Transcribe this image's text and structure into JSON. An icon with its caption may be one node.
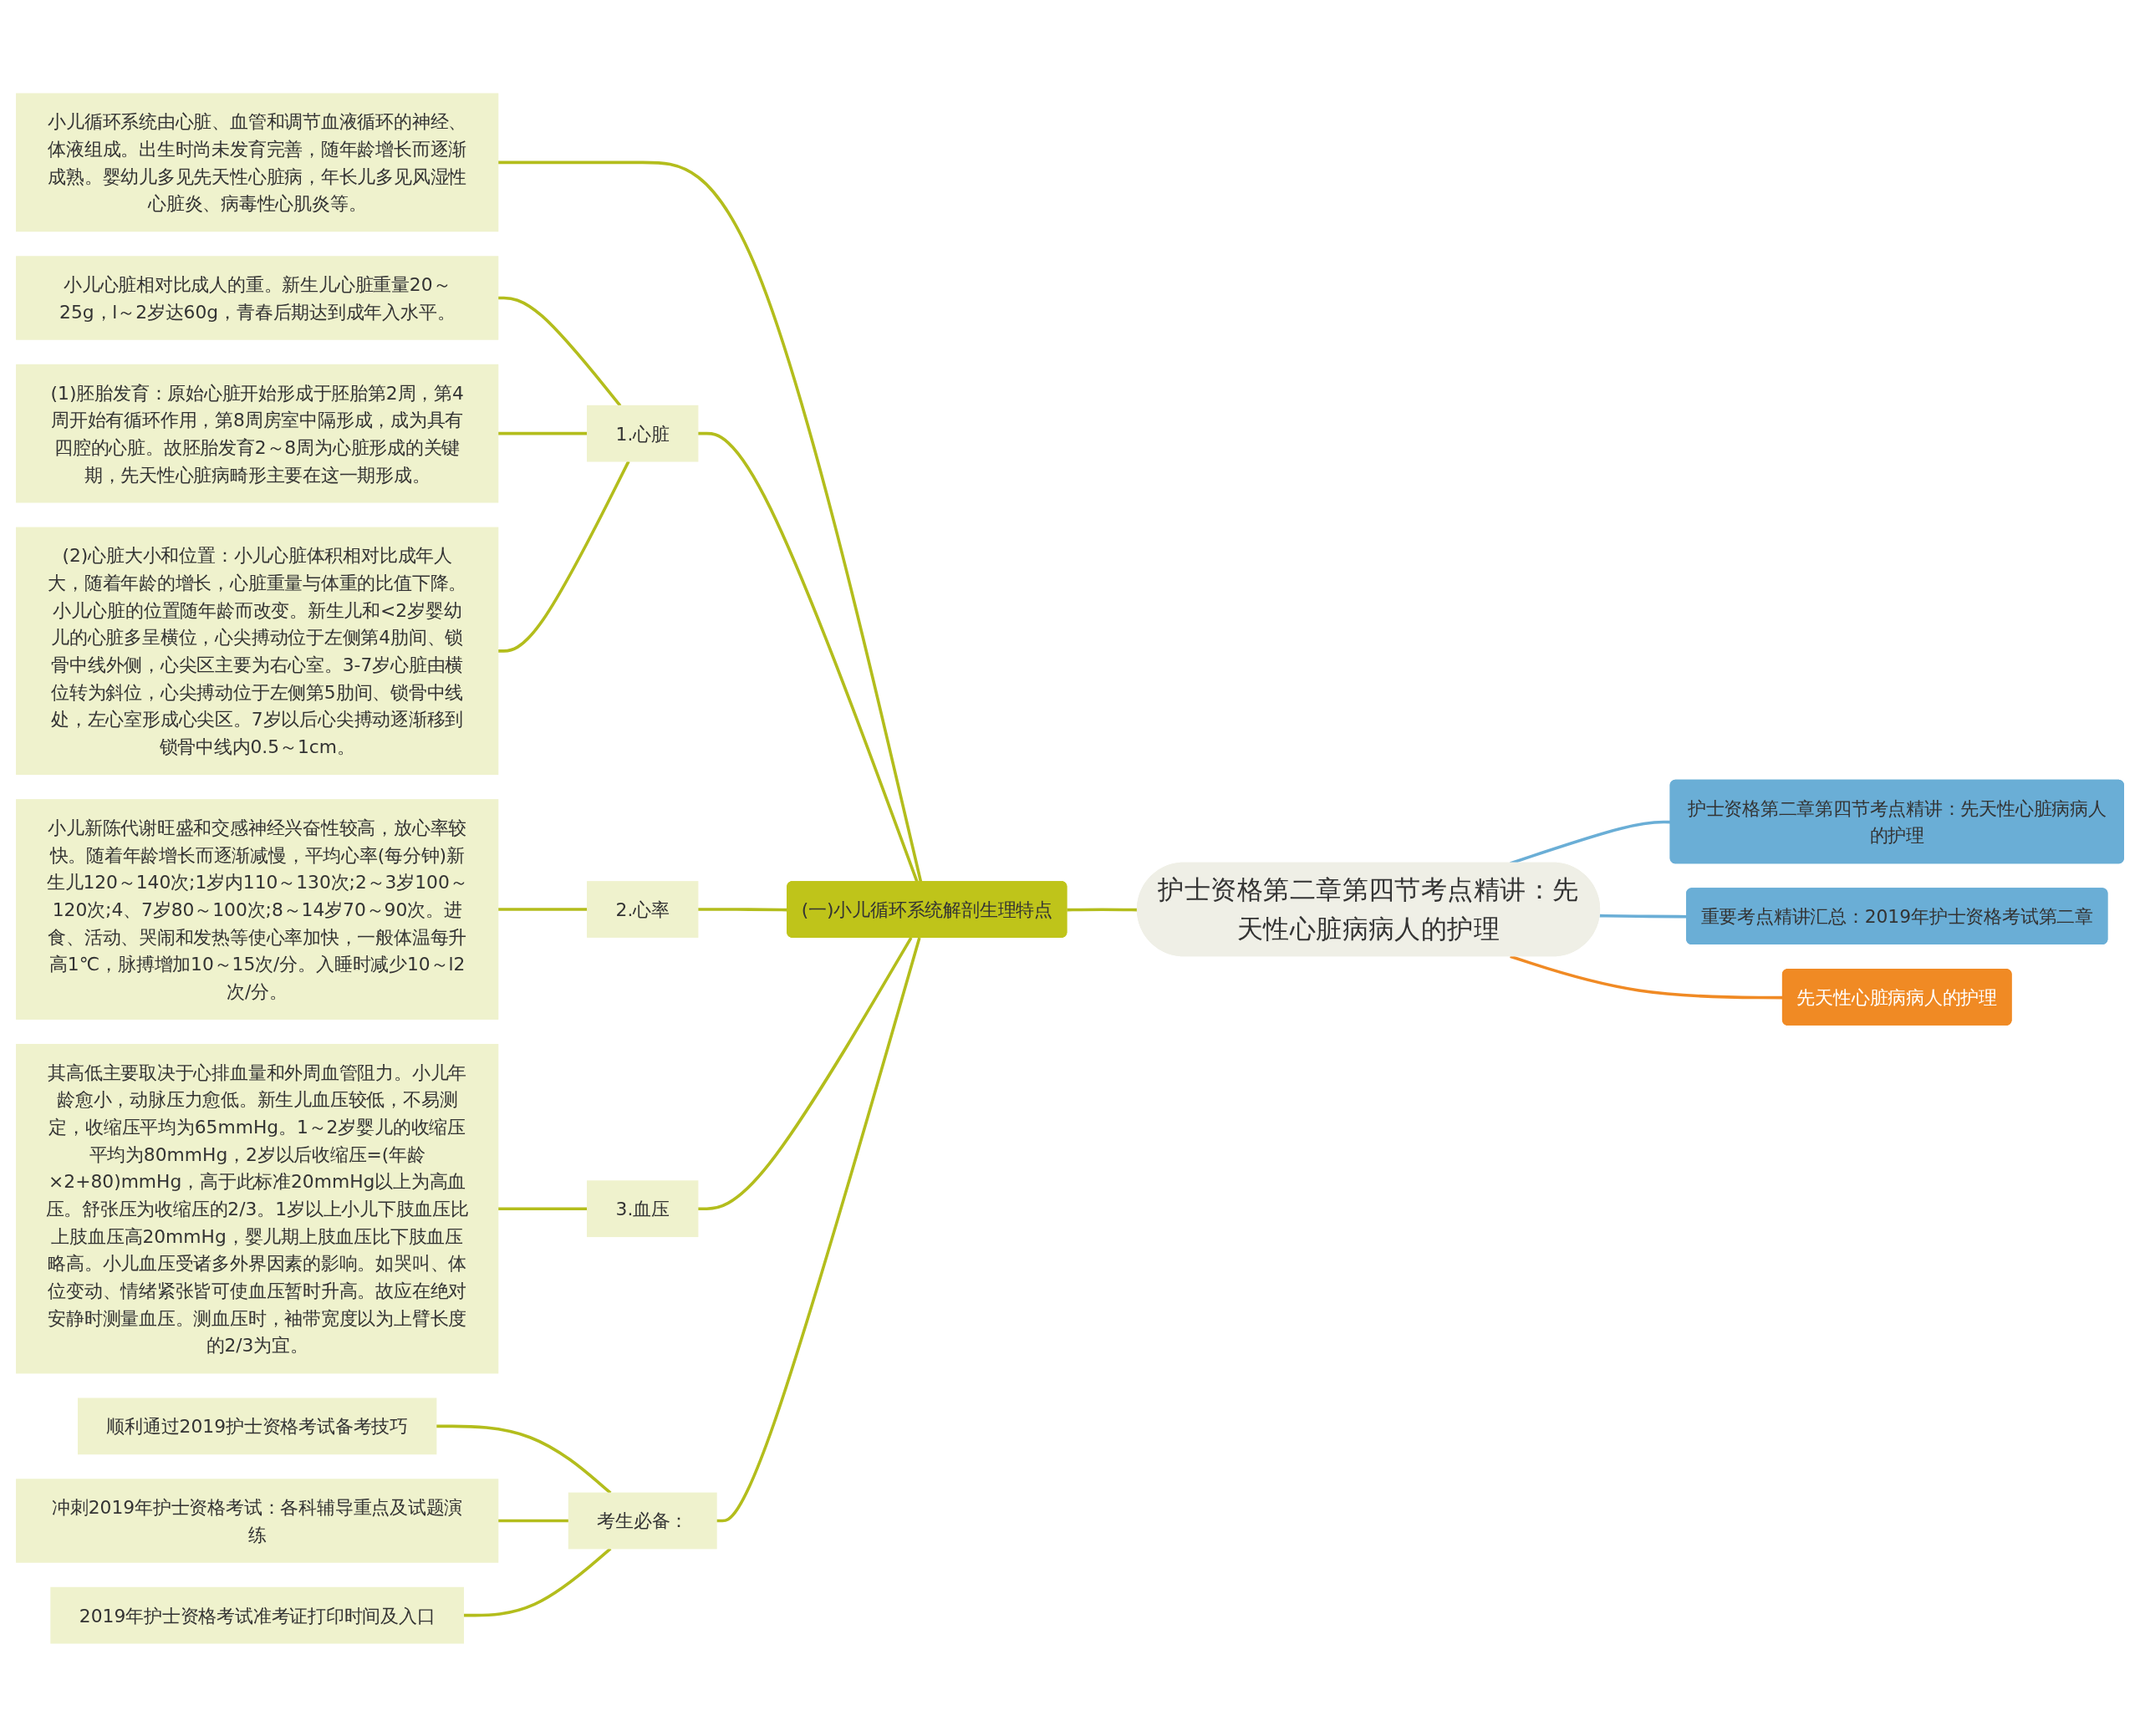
{
  "diagram": {
    "nodes": [
      {
        "text": [
          "护士资格第二章第四节考点精讲：先天性心脏病病人的护理"
        ]
      },
      {
        "text": [
          "护士资格第二章第四节考点精讲：先天性心脏病病人的护理"
        ]
      },
      {
        "text": [
          "重要考点精讲汇总：2019年护士资格考试第二章"
        ]
      },
      {
        "text": [
          "先天性心脏病病人的护理"
        ]
      },
      {
        "text": [
          "(一)小儿循环系统解剖生理特点"
        ]
      },
      {
        "text": [
          "小儿循环系统由心脏、血管和调节血液循环的神经、体液组成。出生时尚未发育完善，随年龄增长而逐渐成熟。婴幼儿多见先天性心脏病，年长儿多见风湿性心脏炎、病毒性心肌炎等。"
        ]
      },
      {
        "text": [
          "1.心脏"
        ]
      },
      {
        "text": [
          "小儿心脏相对比成人的重。新生儿心脏重量20～25g，l～2岁达60g，青春后期达到成年入水平。"
        ]
      },
      {
        "text": [
          "(1)胚胎发育：原始心脏开始形成于胚胎第2周，第4周开始有循环作用，第8周房室中隔形成，成为具有四腔的心脏。故胚胎发育2～8周为心脏形成的关键期，先天性心脏病畸形主要在这一期形成。"
        ]
      },
      {
        "text": [
          "(2)心脏大小和位置：小儿心脏体积相对比成年人大，随着年龄的增长，心脏重量与体重的比值下降。小儿心脏的位置随年龄而改变。新生儿和<2岁婴幼儿的心脏多呈横位，心尖搏动位于左侧第4肋间、锁骨中线外侧，心尖区主要为右心室。3-7岁心脏由横位转为斜位，心尖搏动位于左侧第5肋间、锁骨中线处，左心室形成心尖区。7岁以后心尖搏动逐渐移到锁骨中线内0.5～1cm。"
        ]
      },
      {
        "text": [
          "2.心率"
        ]
      },
      {
        "text": [
          "小儿新陈代谢旺盛和交感神经兴奋性较高，放心率较快。随着年龄增长而逐渐减慢，平均心率(每分钟)新生儿120～140次;1岁内110～130次;2～3岁100～120次;4、7岁80～100次;8～14岁70～90次。进食、活动、哭闹和发热等使心率加快，一般体温每升高1℃，脉搏增加10～15次/分。入睡时减少10～l2次/分。"
        ]
      },
      {
        "text": [
          "3.血压"
        ]
      },
      {
        "text": [
          "其高低主要取决于心排血量和外周血管阻力。小儿年龄愈小，动脉压力愈低。新生儿血压较低，不易测定，收缩压平均为65mmHg。1～2岁婴儿的收缩压平均为80mmHg，2岁以后收缩压=(年龄×2+80)mmHg，高于此标准20mmHg以上为高血压。舒张压为收缩压的2/3。1岁以上小儿下肢血压比上肢血压高20mmHg，婴儿期上肢血压比下肢血压略高。小儿血压受诸多外界因素的影响。如哭叫、体位变动、情绪紧张皆可使血压暂时升高。故应在绝对安静时测量血压。测血压时，袖带宽度以为上臂长度的2/3为宜。"
        ]
      },
      {
        "text": [
          "考生必备："
        ]
      },
      {
        "text": [
          "顺利通过2019护士资格考试备考技巧"
        ]
      },
      {
        "text": [
          "冲刺2019年护士资格考试：各科辅导重点及试题演练"
        ]
      },
      {
        "text": [
          "2019年护士资格考试准考证打印时间及入口"
        ]
      }
    ],
    "edges": [
      {
        "from": 0,
        "to": 1,
        "arrow": "none",
        "color": "#6aaed6"
      },
      {
        "from": 0,
        "to": 2,
        "arrow": "none",
        "color": "#6aaed6"
      },
      {
        "from": 0,
        "to": 3,
        "arrow": "none",
        "color": "#f08a24"
      },
      {
        "from": 0,
        "to": 4,
        "arrow": "none"
      },
      {
        "from": 4,
        "to": 5,
        "arrow": "none"
      },
      {
        "from": 4,
        "to": 6,
        "arrow": "none"
      },
      {
        "from": 6,
        "to": 7,
        "arrow": "none"
      },
      {
        "from": 6,
        "to": 8,
        "arrow": "none"
      },
      {
        "from": 6,
        "to": 9,
        "arrow": "none"
      },
      {
        "from": 4,
        "to": 10,
        "arrow": "none"
      },
      {
        "from": 10,
        "to": 11,
        "arrow": "none"
      },
      {
        "from": 4,
        "to": 12,
        "arrow": "none"
      },
      {
        "from": 12,
        "to": 13,
        "arrow": "none"
      },
      {
        "from": 4,
        "to": 14,
        "arrow": "none"
      },
      {
        "from": 14,
        "to": 15,
        "arrow": "none"
      },
      {
        "from": 14,
        "to": 16,
        "arrow": "none"
      },
      {
        "from": 14,
        "to": 17,
        "arrow": "none"
      }
    ]
  }
}
